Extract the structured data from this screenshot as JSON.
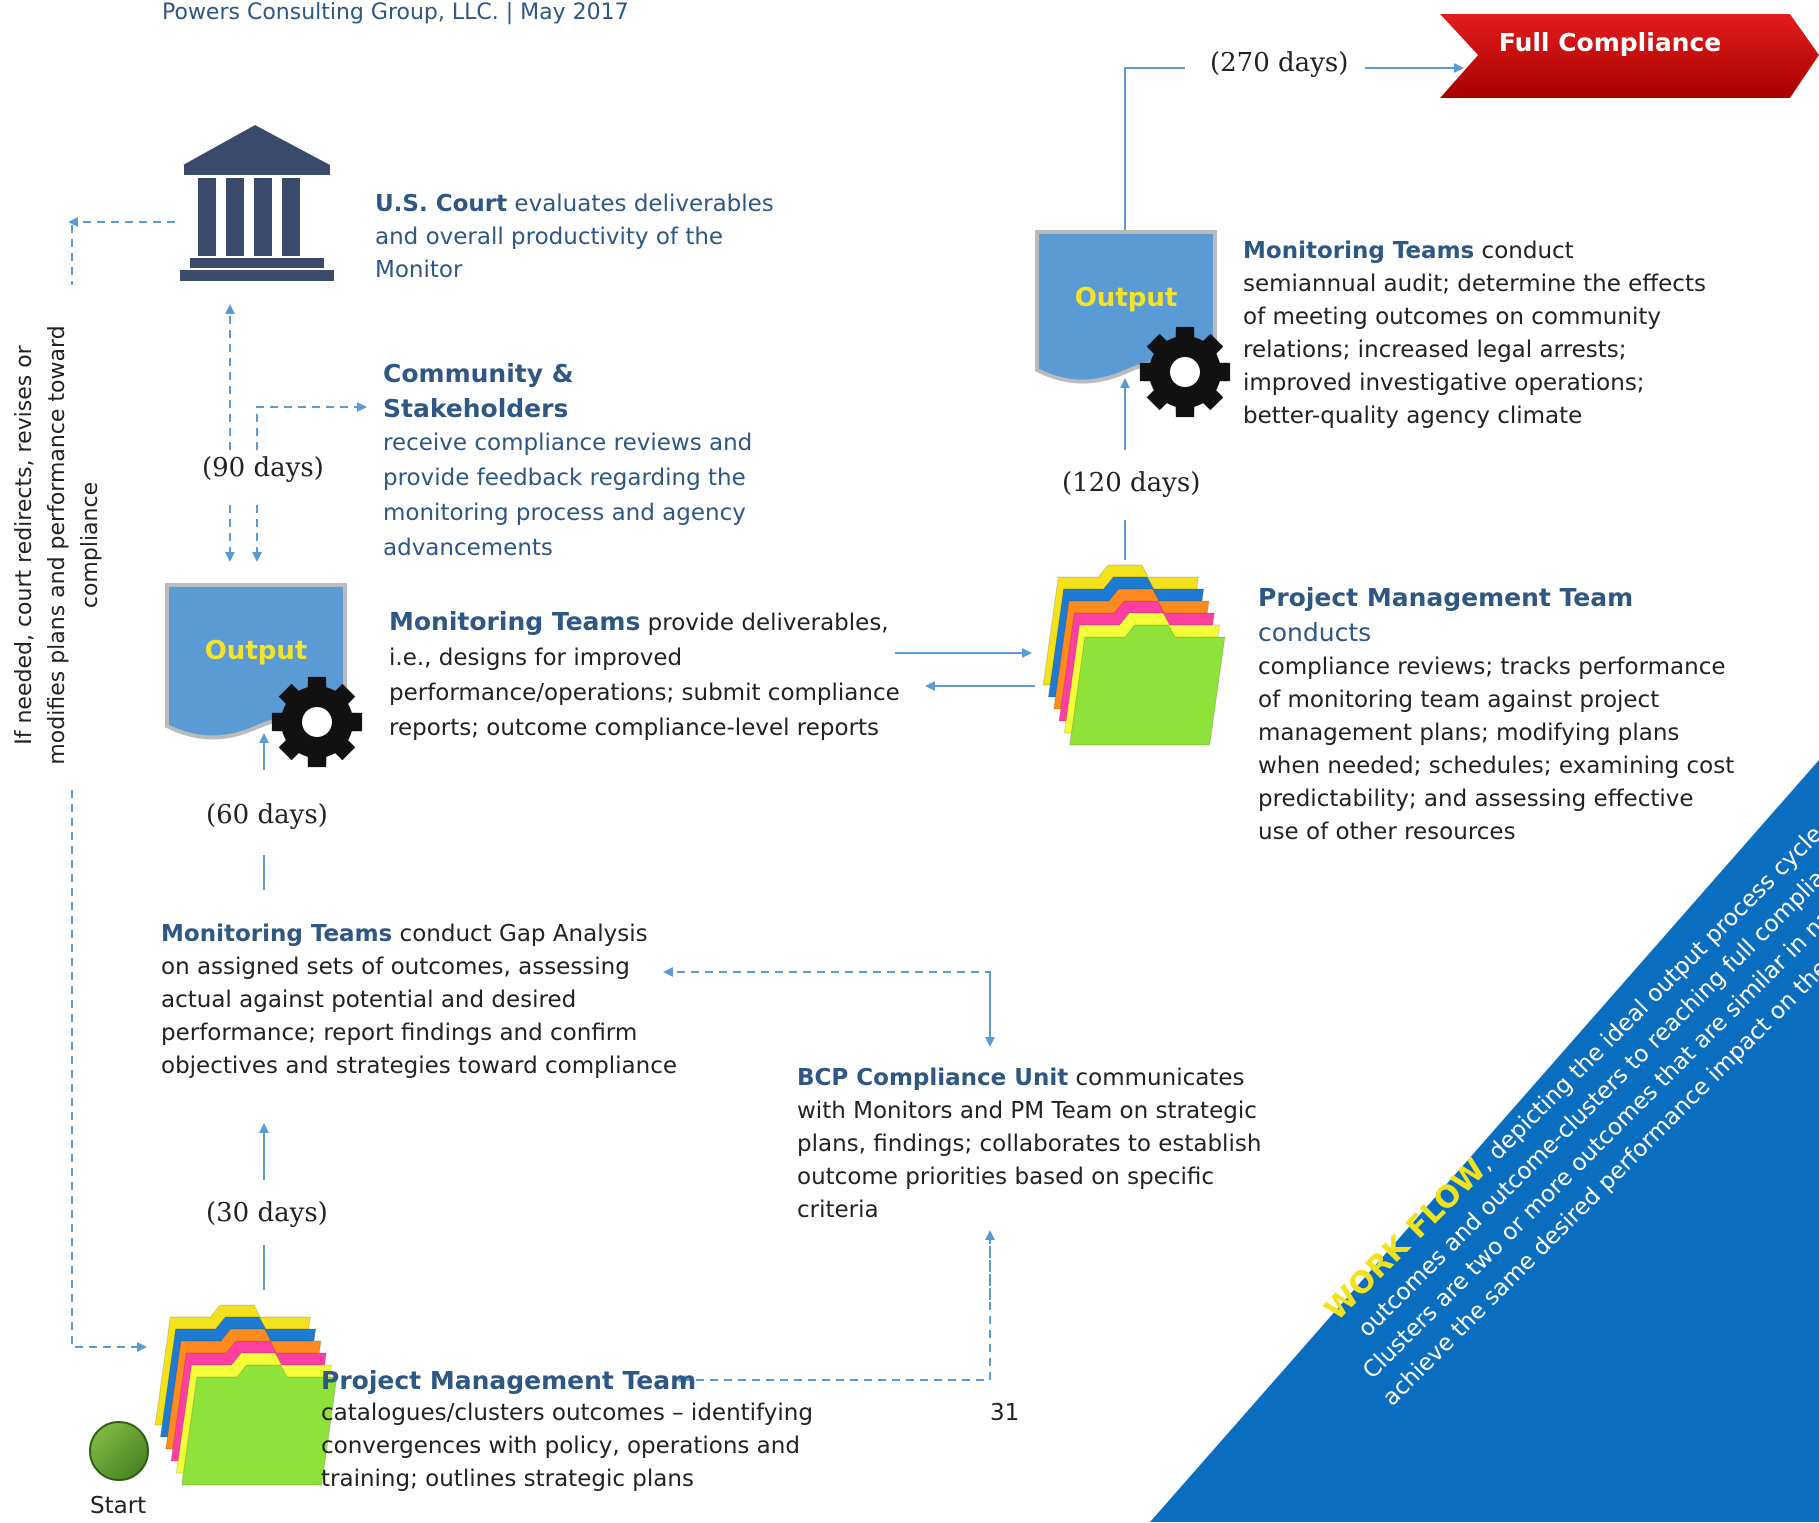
{
  "header": "Powers Consulting Group, LLC. | May 2017",
  "full_compliance": "Full Compliance",
  "days": {
    "d270": "(270 days)",
    "d90": "(90 days)",
    "d120": "(120 days)",
    "d60": "(60 days)",
    "d30": "(30 days)"
  },
  "court": {
    "title": "U.S. Court",
    "text": " evaluates deliverables and overall productivity of the Monitor"
  },
  "stakeholders": {
    "title": "Community & Stakeholders",
    "text": "receive compliance reviews and provide feedback regarding the monitoring process and agency advancements"
  },
  "monitoring_audit": {
    "title": "Monitoring Teams",
    "text": " conduct semiannual audit; determine the effects of meeting outcomes on community relations; increased legal arrests; improved investigative operations; better-quality agency climate"
  },
  "output_label": "Output",
  "monitoring_deliverables": {
    "title": "Monitoring Teams",
    "text": " provide deliverables, i.e., designs for improved performance/operations; submit compliance reports; outcome compliance-level reports"
  },
  "pm_reviews": {
    "title": "Project Management Team",
    "title_suffix": " conducts",
    "text": "compliance reviews; tracks performance of monitoring team against project management plans; modifying plans when needed; schedules; examining cost predictability; and assessing effective use of other resources"
  },
  "gap_analysis": {
    "title": "Monitoring Teams",
    "text": " conduct Gap Analysis on assigned sets of outcomes, assessing actual against potential and desired performance; report findings and confirm objectives and strategies toward compliance"
  },
  "bcp": {
    "title": "BCP Compliance Unit",
    "text": " communicates with Monitors and PM Team on strategic plans, findings; collaborates to establish outcome priorities based on specific criteria"
  },
  "pm_catalogue": {
    "title": "Project Management Team",
    "text": "catalogues/clusters outcomes – identifying convergences with policy, operations and training; outlines strategic plans"
  },
  "side_note": "If needed, court redirects, revises or modifies plans and performance toward compliance",
  "page_number": "31",
  "start": "Start",
  "banner": {
    "lead": "WORK FLOW",
    "text": ", depicting the ideal output process cycle of outcomes and outcome-clusters to reaching full compliance. Clusters are two or more outcomes that are similar in nature and achieve the same desired performance impact on the community."
  },
  "colors": {
    "accent_blue": "#2e5784",
    "arrow_blue": "#5b9bd5",
    "banner": "#0a6ec0",
    "red": "#c00000",
    "yellow_text": "#f5e22b"
  }
}
